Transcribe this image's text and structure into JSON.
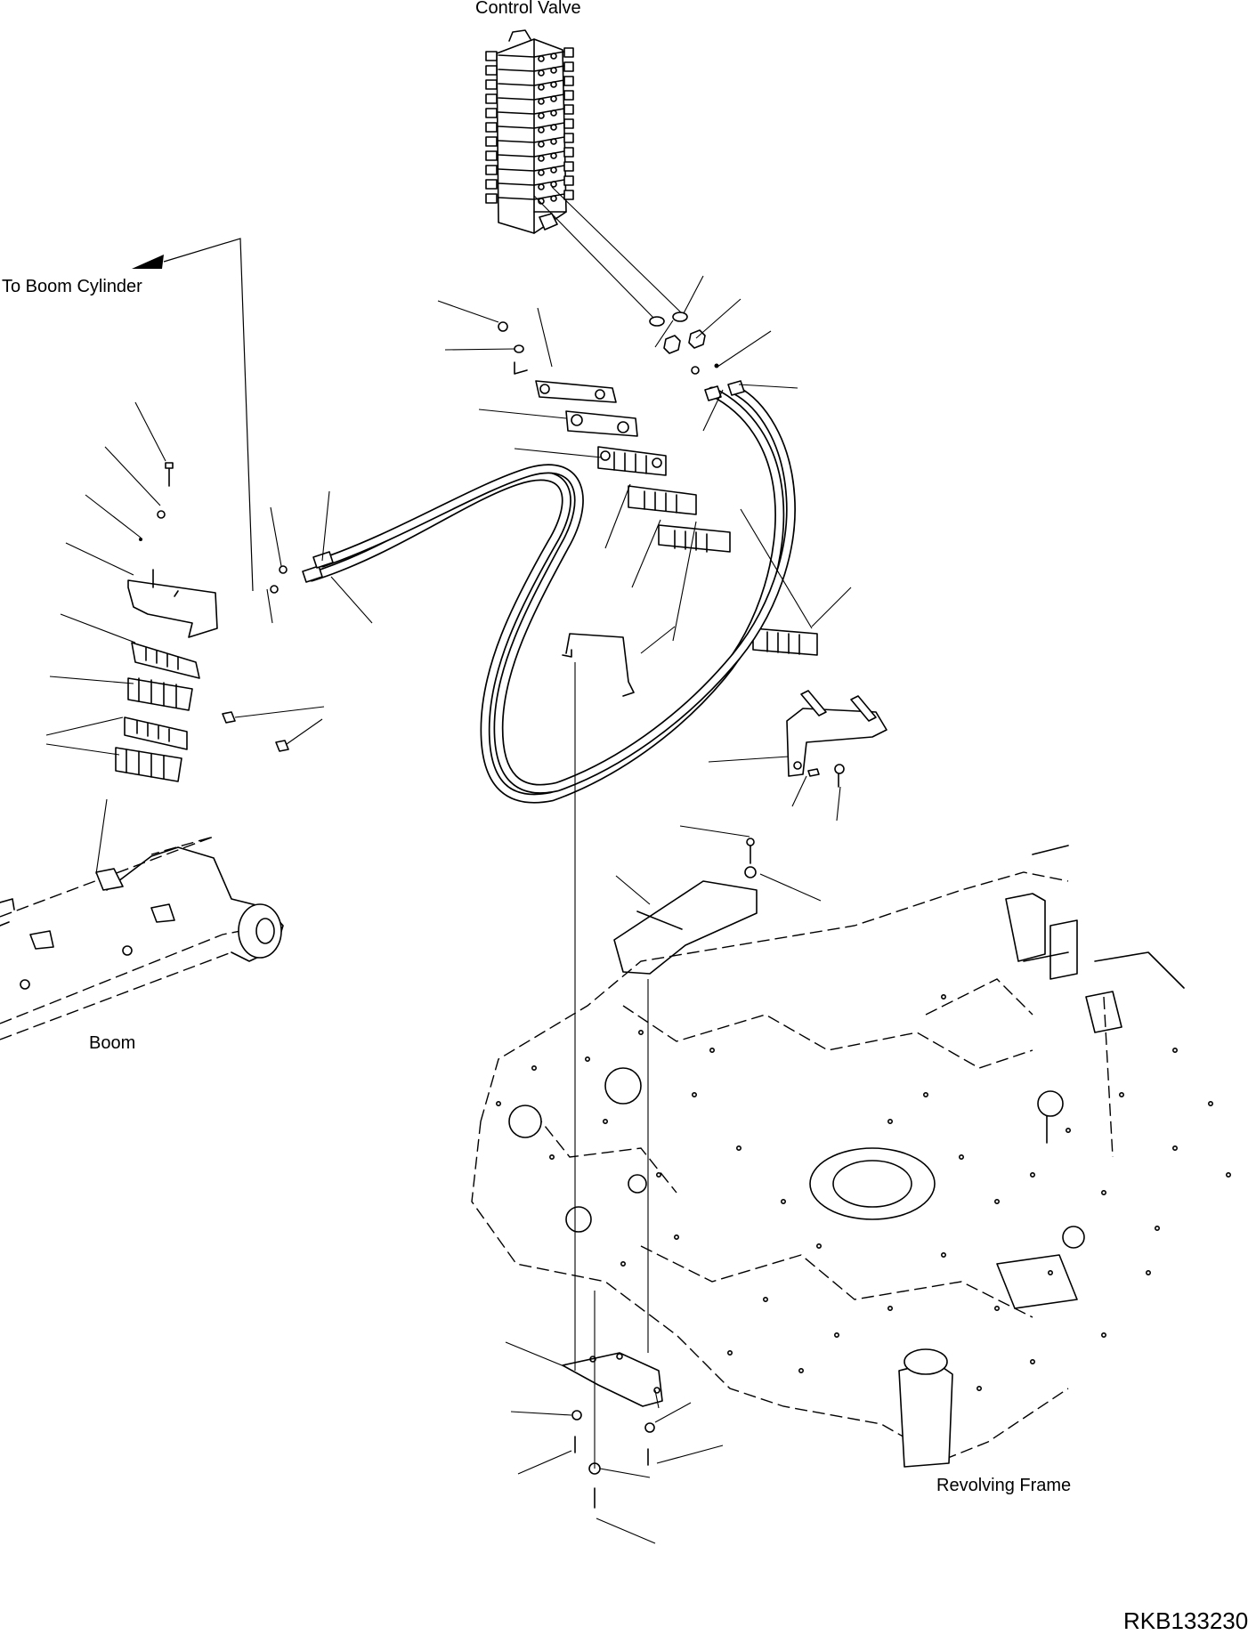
{
  "labels": {
    "control_valve": "Control Valve",
    "to_boom_cylinder": "To Boom Cylinder",
    "boom": "Boom",
    "revolving_frame": "Revolving Frame",
    "drawing_code": "RKB133230"
  }
}
